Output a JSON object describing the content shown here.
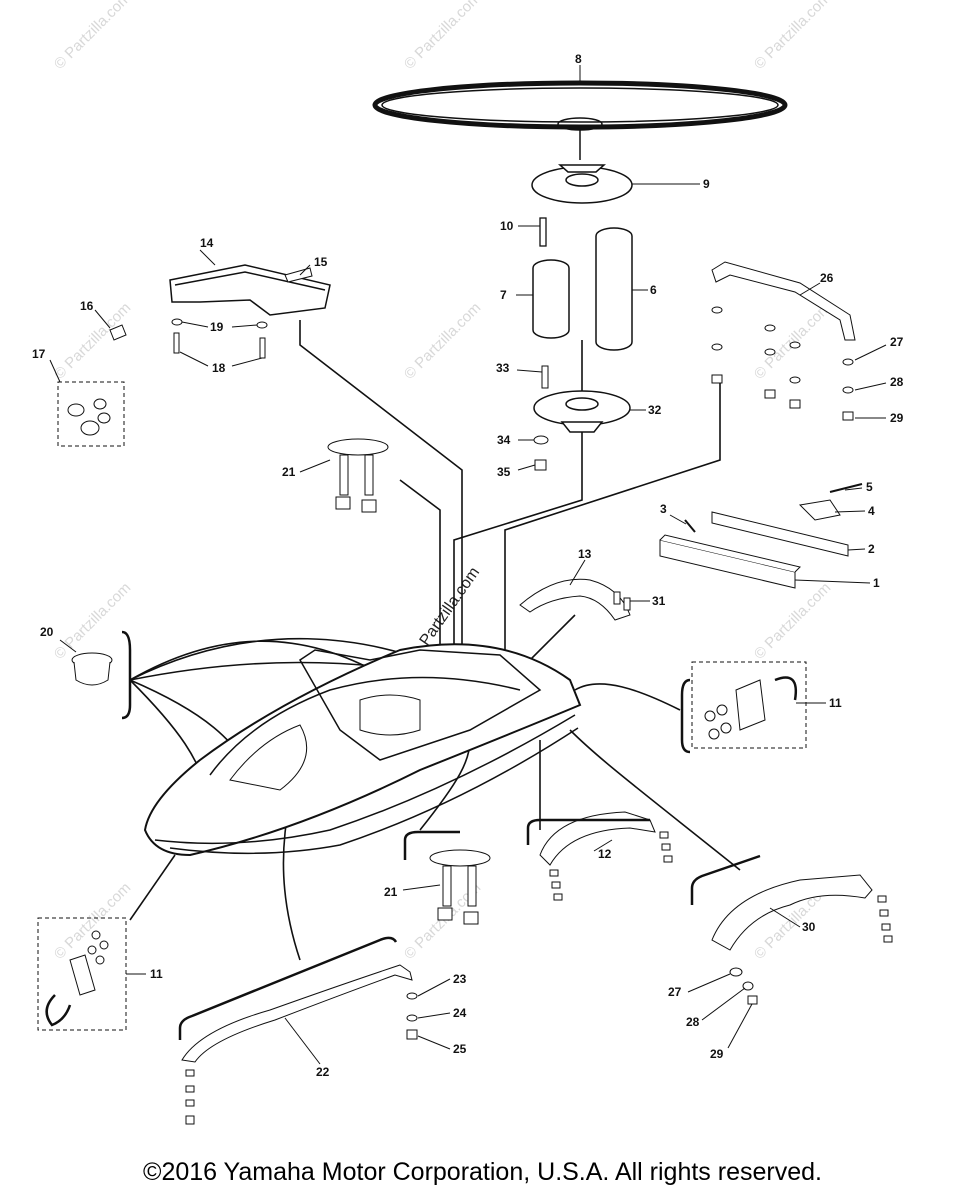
{
  "diagram": {
    "callouts": [
      "1",
      "2",
      "3",
      "4",
      "5",
      "6",
      "7",
      "8",
      "9",
      "10",
      "11",
      "11",
      "12",
      "13",
      "14",
      "15",
      "16",
      "17",
      "18",
      "19",
      "20",
      "21",
      "21",
      "22",
      "23",
      "24",
      "25",
      "26",
      "27",
      "27",
      "28",
      "28",
      "29",
      "29",
      "30",
      "31",
      "32",
      "33",
      "34",
      "35"
    ],
    "watermark_text": "© Partzilla.com",
    "center_watermark": "© Partzilla.com"
  },
  "footer": {
    "copyright": "©2016 Yamaha Motor Corporation, U.S.A. All rights reserved."
  }
}
